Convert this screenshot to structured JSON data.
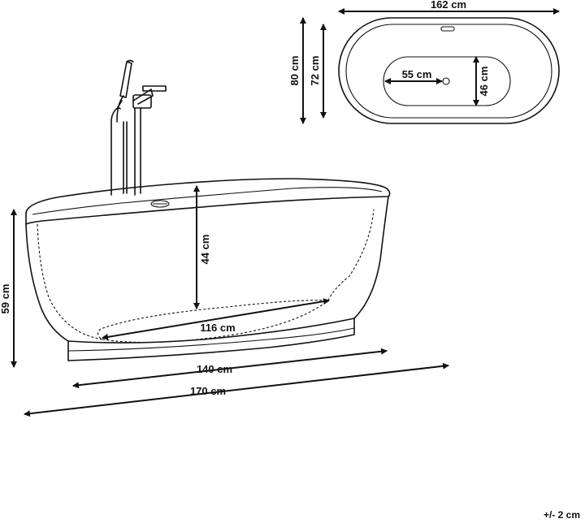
{
  "dimensions": {
    "top_length": "162 cm",
    "top_outer_width": "80 cm",
    "top_inner_width": "72 cm",
    "basin_length": "55 cm",
    "basin_width": "46 cm",
    "inner_depth": "44 cm",
    "bottom_length": "116 cm",
    "base_length": "140 cm",
    "total_length": "170 cm",
    "total_height": "59 cm"
  },
  "tolerance": "+/- 2 cm"
}
